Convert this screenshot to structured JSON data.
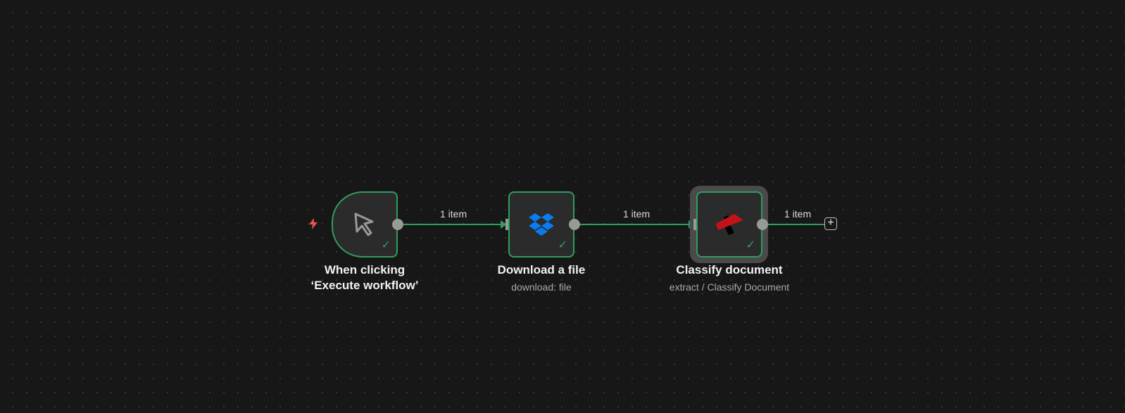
{
  "nodes": [
    {
      "title_line1": "When clicking",
      "title_line2": "‘Execute workflow’",
      "icon": "cursor-icon"
    },
    {
      "title": "Download a file",
      "subtitle": "download: file",
      "icon": "dropbox-icon"
    },
    {
      "title": "Classify document",
      "subtitle": "extract / Classify Document",
      "icon": "classify-icon"
    }
  ],
  "edges": [
    {
      "label": "1 item"
    },
    {
      "label": "1 item"
    },
    {
      "label": "1 item"
    }
  ],
  "plus": "+",
  "check": "✓",
  "colors": {
    "success": "#2f9e5d",
    "trigger": "#e8574a",
    "dropbox": "#0a7cf0"
  }
}
